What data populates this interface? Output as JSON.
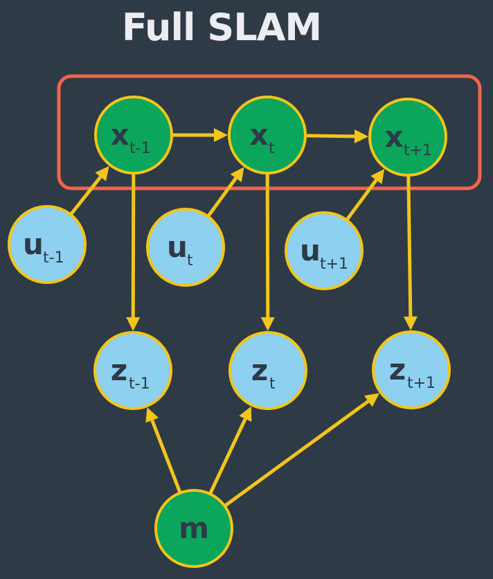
{
  "title": "Full SLAM",
  "colors": {
    "background": "#2e3a46",
    "state_fill": "#0ca55c",
    "input_fill": "#8dd0ef",
    "node_stroke": "#f2c51a",
    "edge": "#f2c51a",
    "highlight_box": "#f2644a",
    "text": "#2e3a46"
  },
  "nodes": [
    {
      "id": "x_tm1",
      "main": "x",
      "sub": "t-1",
      "kind": "state"
    },
    {
      "id": "x_t",
      "main": "x",
      "sub": "t",
      "kind": "state"
    },
    {
      "id": "x_tp1",
      "main": "x",
      "sub": "t+1",
      "kind": "state"
    },
    {
      "id": "u_tm1",
      "main": "u",
      "sub": "t-1",
      "kind": "input"
    },
    {
      "id": "u_t",
      "main": "u",
      "sub": "t",
      "kind": "input"
    },
    {
      "id": "u_tp1",
      "main": "u",
      "sub": "t+1",
      "kind": "input"
    },
    {
      "id": "z_tm1",
      "main": "z",
      "sub": "t-1",
      "kind": "input"
    },
    {
      "id": "z_t",
      "main": "z",
      "sub": "t",
      "kind": "input"
    },
    {
      "id": "z_tp1",
      "main": "z",
      "sub": "t+1",
      "kind": "input"
    },
    {
      "id": "m",
      "main": "m",
      "sub": "",
      "kind": "state"
    }
  ],
  "edges": [
    {
      "from": "x_tm1",
      "to": "x_t"
    },
    {
      "from": "x_t",
      "to": "x_tp1"
    },
    {
      "from": "u_tm1",
      "to": "x_tm1"
    },
    {
      "from": "u_t",
      "to": "x_t"
    },
    {
      "from": "u_tp1",
      "to": "x_tp1"
    },
    {
      "from": "x_tm1",
      "to": "z_tm1"
    },
    {
      "from": "x_t",
      "to": "z_t"
    },
    {
      "from": "x_tp1",
      "to": "z_tp1"
    },
    {
      "from": "m",
      "to": "z_tm1"
    },
    {
      "from": "m",
      "to": "z_t"
    },
    {
      "from": "m",
      "to": "z_tp1"
    }
  ],
  "highlight": {
    "contains": [
      "x_tm1",
      "x_t",
      "x_tp1"
    ]
  }
}
